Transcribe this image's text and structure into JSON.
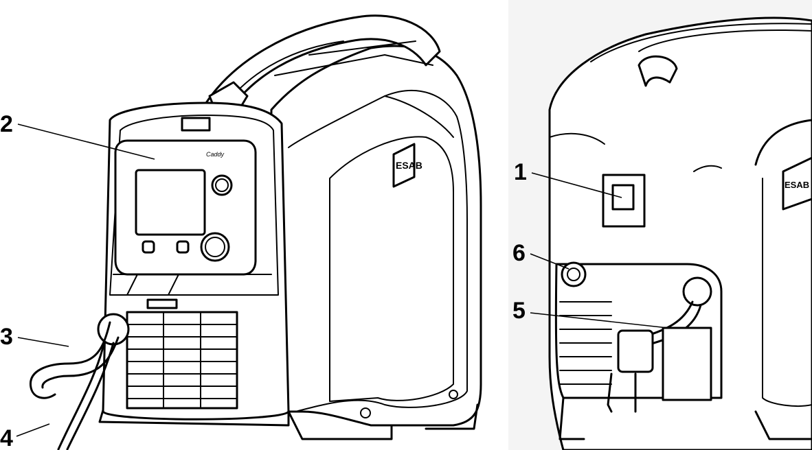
{
  "figure": {
    "front_view": {
      "brand_logo_text": "ESAB",
      "panel_label": "Caddy",
      "callouts": [
        {
          "id": "2",
          "label": "2"
        },
        {
          "id": "3",
          "label": "3"
        },
        {
          "id": "4",
          "label": "4"
        }
      ]
    },
    "rear_view": {
      "brand_logo_text": "ESAB",
      "callouts": [
        {
          "id": "1",
          "label": "1"
        },
        {
          "id": "6",
          "label": "6"
        },
        {
          "id": "5",
          "label": "5"
        }
      ]
    }
  }
}
